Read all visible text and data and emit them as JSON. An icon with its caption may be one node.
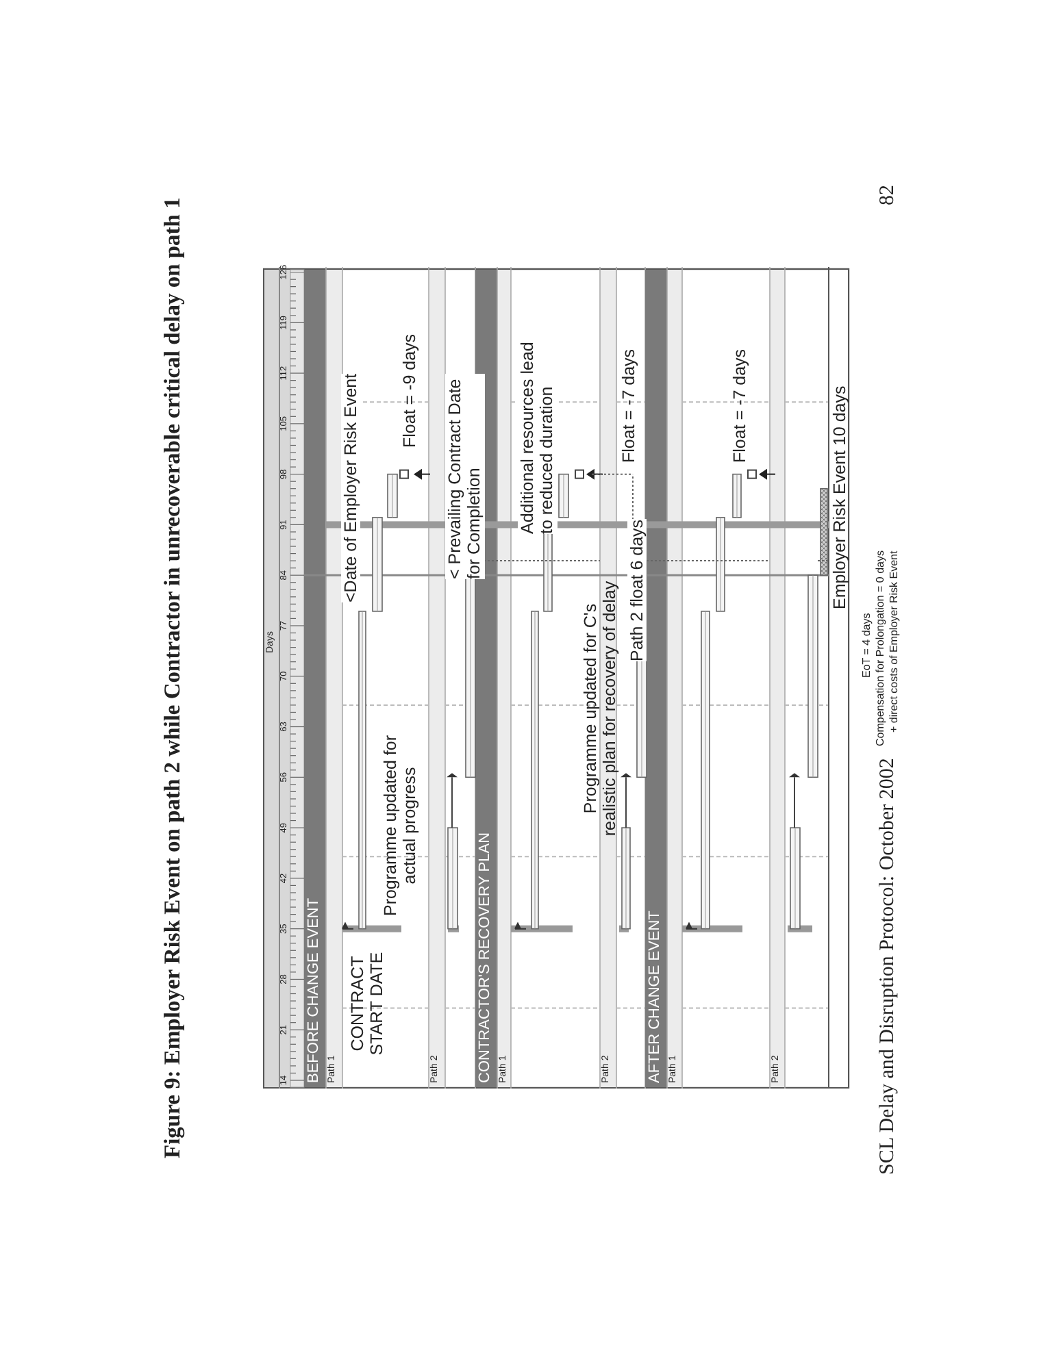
{
  "diagram": {
    "title": "Figure 9: Employer Risk Event on path 2 while Contractor in unrecoverable critical delay on path 1",
    "labels": [
      "Days",
      "14",
      "21",
      "28",
      "35",
      "42",
      "49",
      "56",
      "63",
      "70",
      "77",
      "84",
      "91",
      "98",
      "105",
      "112",
      "119",
      "126",
      "BEFORE CHANGE EVENT",
      "Path 1",
      "Path 2",
      "CONTRACTOR'S RECOVERY PLAN",
      "Path 1",
      "Path 2",
      "AFTER CHANGE EVENT",
      "Path 1",
      "Path 2",
      "CONTRACT START DATE",
      "Programme updated for actual progress",
      "<Date of Employer Risk Event",
      "Float = -9 days",
      "< Prevailing Contract Date for Completion",
      "Additional resources lead to reduced duration",
      "Programme updated for C's realistic plan for recovery of delay",
      "Path 2 float 6 days",
      "Float = -7 days",
      "Float = -7 days",
      "Employer Risk Event 10 days",
      "EoT = 4 days",
      "Compensation for Prolongation = 0 days",
      "+ direct costs of Employer Risk Event",
      "82",
      "SCL Delay and Disruption Protocol: October 2002"
    ]
  }
}
